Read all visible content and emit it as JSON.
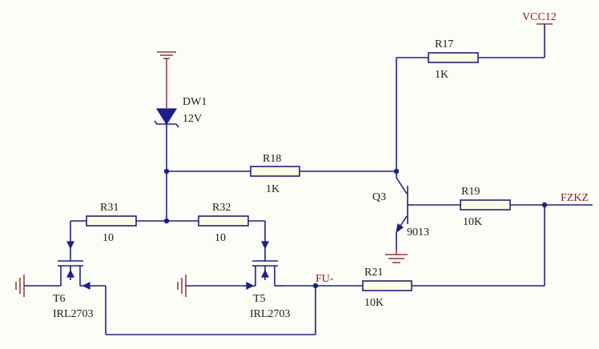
{
  "labels": {
    "vcc": "VCC12",
    "r17": "R17",
    "r17_val": "1K",
    "dw1": "DW1",
    "dw1_val": "12V",
    "r18": "R18",
    "r18_val": "1K",
    "q3": "Q3",
    "q3_val": "9013",
    "r19": "R19",
    "r19_val": "10K",
    "fzkz": "FZKZ",
    "r31": "R31",
    "r31_val": "10",
    "r32": "R32",
    "r32_val": "10",
    "t6": "T6",
    "t6_val": "IRL2703",
    "t5": "T5",
    "t5_val": "IRL2703",
    "fu": "FU-",
    "r21": "R21",
    "r21_val": "10K"
  },
  "colors": {
    "wire": "#1e1e8c",
    "component": "#7a1414",
    "resistor_fill": "#ffffe0",
    "net_label": "#8a1a1a"
  }
}
